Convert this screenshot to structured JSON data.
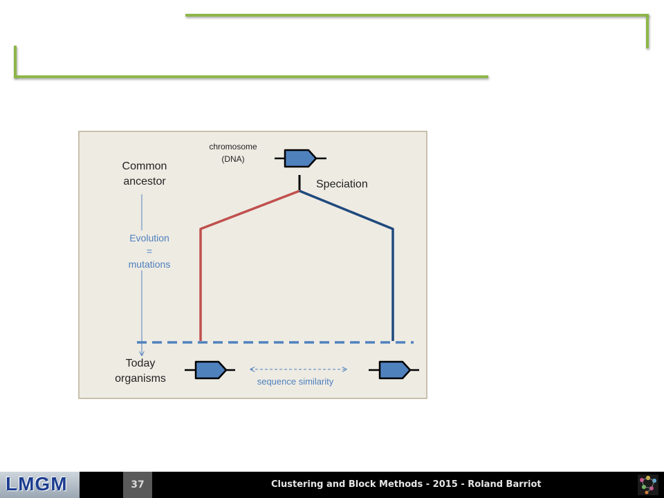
{
  "labels": {
    "chromosome": [
      "chromosome",
      "(DNA)"
    ],
    "common_ancestor": [
      "Common",
      "ancestor"
    ],
    "speciation": "Speciation",
    "evolution": [
      "Evolution",
      "=",
      "mutations"
    ],
    "today": [
      "Today",
      "organisms"
    ],
    "similarity": "sequence similarity"
  },
  "footer": {
    "logo": "LMGM",
    "slide_number": "37",
    "title": "Clustering and Block Methods - 2015 - Roland Barriot"
  },
  "colors": {
    "frame_green": "#8db64a",
    "panel_bg": "#eeebe3",
    "lineage_left": "#c0504d",
    "lineage_right": "#1f497d",
    "gene_fill": "#4f81bd",
    "annotation_blue": "#4f81bd"
  }
}
